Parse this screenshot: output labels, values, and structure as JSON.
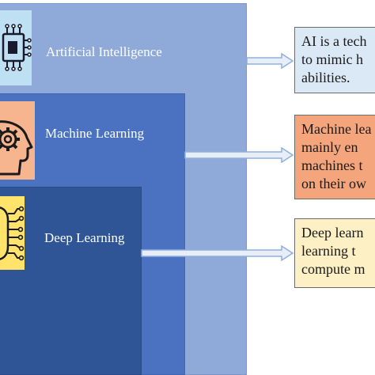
{
  "layers": [
    {
      "id": "ai",
      "label": "Artificial Intelligence",
      "icon": "chip-icon",
      "tile_color": "#bfe0f2",
      "region_color": "#8faad9",
      "description_lines": [
        "AI is a tech",
        "to mimic h",
        "abilities."
      ],
      "description_color": "#dbe8f6"
    },
    {
      "id": "ml",
      "label": "Machine Learning",
      "icon": "head-gear-icon",
      "tile_color": "#f6b48f",
      "region_color": "#4a72c0",
      "description_lines": [
        "Machine lea",
        "mainly en",
        "machines t",
        "on their ow"
      ],
      "description_color": "#f4a57c"
    },
    {
      "id": "dl",
      "label": "Deep Learning",
      "icon": "neural-circuit-icon",
      "tile_color": "#ffe36b",
      "region_color": "#2f5596",
      "description_lines": [
        "Deep learn",
        "learning t",
        "compute m"
      ],
      "description_color": "#fdf0c4"
    }
  ],
  "arrow_color": "#8fb0de"
}
